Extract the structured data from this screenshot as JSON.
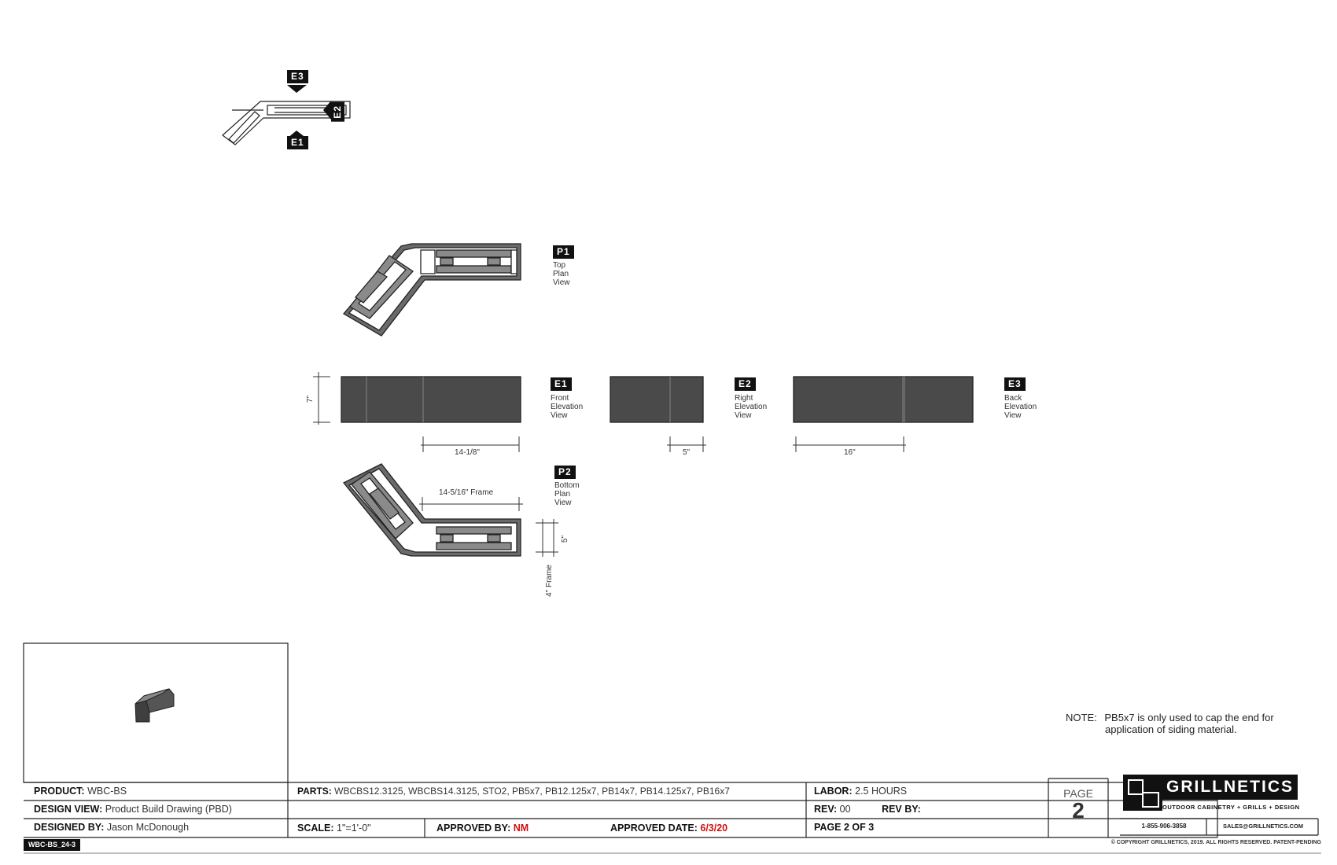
{
  "view_tags": {
    "e3": "E3",
    "e2": "E2",
    "e1": "E1",
    "p1": "P1",
    "p2": "P2"
  },
  "view_labels": {
    "p1": "Top\nPlan\nView",
    "e1": "Front\nElevation\nView",
    "e2": "Right\nElevation\nView",
    "e3": "Back\nElevation\nView",
    "p2": "Bottom\nPlan\nView"
  },
  "dimensions": {
    "height_7": "7\"",
    "front_width": "14-1/8\"",
    "right_width": "5\"",
    "back_width": "16\"",
    "frame_width": "14-5/16\" Frame",
    "frame_depth": "5\"",
    "frame_4": "4\" Frame"
  },
  "note": {
    "label": "NOTE:",
    "line1": "PB5x7 is only used to cap the end for",
    "line2": "application of siding material."
  },
  "title_block": {
    "product_label": "PRODUCT:",
    "product_value": "WBC-BS",
    "design_view_label": "DESIGN VIEW:",
    "design_view_value": "Product Build Drawing (PBD)",
    "designed_by_label": "DESIGNED BY:",
    "designed_by_value": "Jason McDonough",
    "parts_label": "PARTS:",
    "parts_value": "WBCBS12.3125, WBCBS14.3125, STO2, PB5x7,  PB12.125x7, PB14x7, PB14.125x7, PB16x7",
    "scale_label": "SCALE:",
    "scale_value": "1\"=1'-0\"",
    "approved_by_label": "APPROVED BY:",
    "approved_by_value": "NM",
    "approved_date_label": "APPROVED DATE:",
    "approved_date_value": "6/3/20",
    "labor_label": "LABOR:",
    "labor_value": "2.5 HOURS",
    "rev_label": "REV:",
    "rev_value": "00",
    "rev_by_label": "REV  BY:",
    "page_of": "PAGE 2 OF 3",
    "page_label": "PAGE",
    "page_number": "2"
  },
  "brand": {
    "name": "GRILLNETICS",
    "tagline": "OUTDOOR CABINETRY + GRILLS + DESIGN",
    "phone": "1-855-906-3858",
    "email": "SALES@GRILLNETICS.COM",
    "copyright": "© COPYRIGHT GRILLNETICS, 2019. ALL RIGHTS RESERVED. PATENT-PENDING"
  },
  "doc_code": "WBC-BS_24-3",
  "colors": {
    "panel": "#4a4a4a",
    "frame_fill": "#8a8a8a",
    "approval_red": "#d01010"
  }
}
